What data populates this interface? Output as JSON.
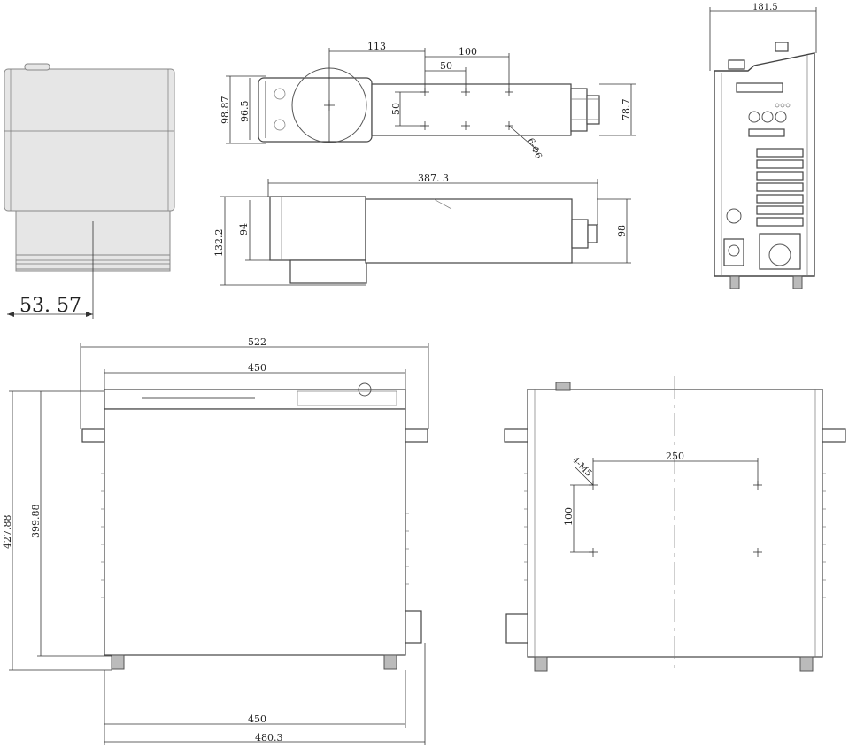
{
  "dimensions": {
    "side_width": "53. 57",
    "top_dim_113": "113",
    "top_dim_100": "100",
    "top_dim_50": "50",
    "top_dim_50v": "50",
    "top_dim_98_87": "98.87",
    "top_dim_96_5": "96.5",
    "top_dim_78_7": "78.7",
    "top_holes": "6-Φ6",
    "front_dim_387_3": "387. 3",
    "front_dim_132_2": "132.2",
    "front_dim_94": "94",
    "front_dim_98": "98",
    "rear_dim_181_5": "181.5",
    "main_dim_522": "522",
    "main_dim_450_top": "450",
    "main_dim_427_88": "427.88",
    "main_dim_399_88": "399.88",
    "main_dim_450_bottom": "450",
    "main_dim_480_3": "480.3",
    "side_dim_250": "250",
    "side_dim_100": "100",
    "side_holes": "4-M5"
  }
}
